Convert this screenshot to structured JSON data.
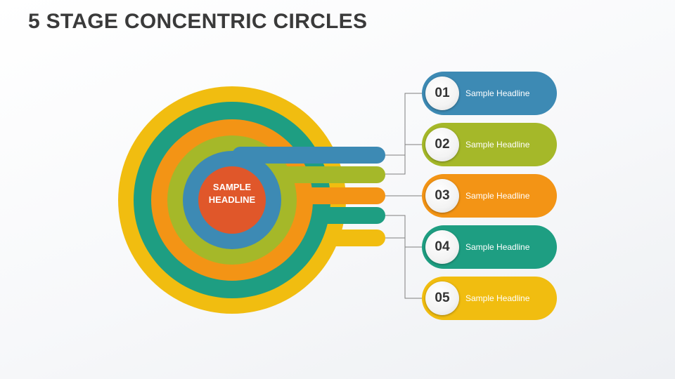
{
  "title": "5 STAGE CONCENTRIC CIRCLES",
  "center": {
    "line1": "SAMPLE",
    "line2": "HEADLINE",
    "color": "#e0572a"
  },
  "stages": [
    {
      "number": "01",
      "label": "Sample Headline",
      "color": "#3d8ab4"
    },
    {
      "number": "02",
      "label": "Sample Headline",
      "color": "#a5b829"
    },
    {
      "number": "03",
      "label": "Sample Headline",
      "color": "#f39415"
    },
    {
      "number": "04",
      "label": "Sample Headline",
      "color": "#1e9e82"
    },
    {
      "number": "05",
      "label": "Sample Headline",
      "color": "#f1bd10"
    }
  ],
  "connector_color": "#7f7f7f"
}
